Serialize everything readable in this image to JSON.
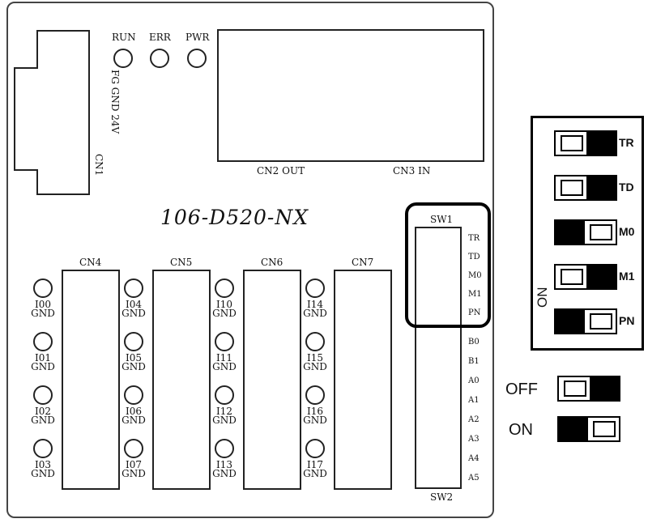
{
  "board": {
    "model": "106-D520-NX",
    "leds": [
      "RUN",
      "ERR",
      "PWR"
    ],
    "cn1": {
      "name": "CN1",
      "pins": "FG GND 24V"
    },
    "cn2_label": "CN2  OUT",
    "cn3_label": "CN3  IN",
    "connectors": [
      "CN4",
      "CN5",
      "CN6",
      "CN7"
    ],
    "io_groups": [
      [
        {
          "ch": "I00",
          "gnd": "GND"
        },
        {
          "ch": "I01",
          "gnd": "GND"
        },
        {
          "ch": "I02",
          "gnd": "GND"
        },
        {
          "ch": "I03",
          "gnd": "GND"
        }
      ],
      [
        {
          "ch": "I04",
          "gnd": "GND"
        },
        {
          "ch": "I05",
          "gnd": "GND"
        },
        {
          "ch": "I06",
          "gnd": "GND"
        },
        {
          "ch": "I07",
          "gnd": "GND"
        }
      ],
      [
        {
          "ch": "I10",
          "gnd": "GND"
        },
        {
          "ch": "I11",
          "gnd": "GND"
        },
        {
          "ch": "I12",
          "gnd": "GND"
        },
        {
          "ch": "I13",
          "gnd": "GND"
        }
      ],
      [
        {
          "ch": "I14",
          "gnd": "GND"
        },
        {
          "ch": "I15",
          "gnd": "GND"
        },
        {
          "ch": "I16",
          "gnd": "GND"
        },
        {
          "ch": "I17",
          "gnd": "GND"
        }
      ]
    ],
    "sw1": {
      "name": "SW1",
      "pins": [
        "TR",
        "TD",
        "M0",
        "M1",
        "PN"
      ]
    },
    "sw2": {
      "name": "SW2",
      "pins": [
        "B0",
        "B1",
        "A0",
        "A1",
        "A2",
        "A3",
        "A4",
        "A5"
      ]
    }
  },
  "dip": {
    "on_marker": "ON",
    "switches": [
      {
        "label": "TR",
        "state": "OFF"
      },
      {
        "label": "TD",
        "state": "OFF"
      },
      {
        "label": "M0",
        "state": "ON"
      },
      {
        "label": "M1",
        "state": "OFF"
      },
      {
        "label": "PN",
        "state": "ON"
      }
    ]
  },
  "legend": {
    "off_label": "OFF",
    "on_label": "ON"
  },
  "colors": {
    "ink": "#000000",
    "board_outline": "#444444",
    "background": "#ffffff"
  }
}
